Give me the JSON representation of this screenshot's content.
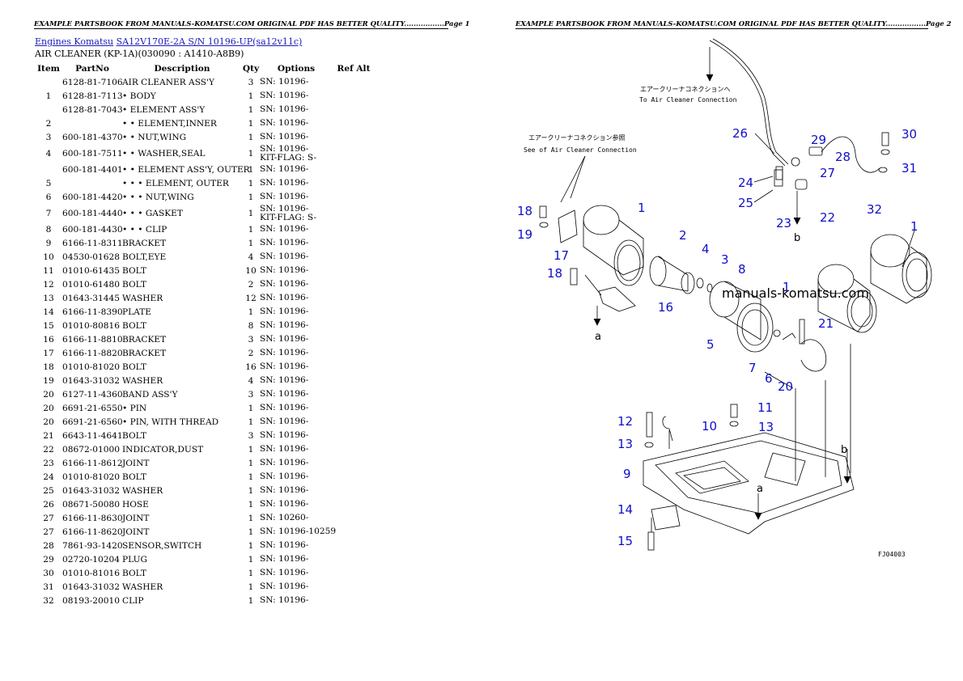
{
  "page1": {
    "header": "EXAMPLE PARTSBOOK FROM MANUALS-KOMATSU.COM ORIGINAL PDF HAS BETTER QUALITY.................Page 1",
    "breadcrumb": {
      "brand": "Engines Komatsu",
      "model": "SA12V170E-2A S/N 10196-UP(sa12v11c)"
    },
    "subtitle": "AIR CLEANER (KP-1A)(030090 : A1410-A8B9)",
    "columns": [
      "Item",
      "PartNo",
      "Description",
      "Qty",
      "Options",
      "Ref Alt"
    ],
    "rows": [
      {
        "item": "",
        "partno": "6128-81-7106",
        "desc": "AIR CLEANER ASS'Y",
        "qty": "3",
        "opt": "SN: 10196-",
        "opt2": ""
      },
      {
        "item": "1",
        "partno": "6128-81-7113",
        "desc": "• BODY",
        "qty": "1",
        "opt": "SN: 10196-",
        "opt2": ""
      },
      {
        "item": "",
        "partno": "6128-81-7043",
        "desc": "• ELEMENT ASS'Y",
        "qty": "1",
        "opt": "SN: 10196-",
        "opt2": ""
      },
      {
        "item": "2",
        "partno": "",
        "desc": "• • ELEMENT,INNER",
        "qty": "1",
        "opt": "SN: 10196-",
        "opt2": ""
      },
      {
        "item": "3",
        "partno": "600-181-4370",
        "desc": "• • NUT,WING",
        "qty": "1",
        "opt": "SN: 10196-",
        "opt2": ""
      },
      {
        "item": "4",
        "partno": "600-181-7511",
        "desc": "• • WASHER,SEAL",
        "qty": "1",
        "opt": "SN: 10196-",
        "opt2": "KIT-FLAG: S-"
      },
      {
        "item": "",
        "partno": "600-181-4401",
        "desc": "• • ELEMENT ASS'Y, OUTER",
        "qty": "1",
        "opt": "SN: 10196-",
        "opt2": ""
      },
      {
        "item": "5",
        "partno": "",
        "desc": "• • • ELEMENT, OUTER",
        "qty": "1",
        "opt": "SN: 10196-",
        "opt2": ""
      },
      {
        "item": "6",
        "partno": "600-181-4420",
        "desc": "• • • NUT,WING",
        "qty": "1",
        "opt": "SN: 10196-",
        "opt2": ""
      },
      {
        "item": "7",
        "partno": "600-181-4440",
        "desc": "• • • GASKET",
        "qty": "1",
        "opt": "SN: 10196-",
        "opt2": "KIT-FLAG: S-"
      },
      {
        "item": "8",
        "partno": "600-181-4430",
        "desc": "• • • CLIP",
        "qty": "1",
        "opt": "SN: 10196-",
        "opt2": ""
      },
      {
        "item": "9",
        "partno": "6166-11-8311",
        "desc": "BRACKET",
        "qty": "1",
        "opt": "SN: 10196-",
        "opt2": ""
      },
      {
        "item": "10",
        "partno": "04530-01628",
        "desc": "BOLT,EYE",
        "qty": "4",
        "opt": "SN: 10196-",
        "opt2": ""
      },
      {
        "item": "11",
        "partno": "01010-61435",
        "desc": "BOLT",
        "qty": "10",
        "opt": "SN: 10196-",
        "opt2": ""
      },
      {
        "item": "12",
        "partno": "01010-61480",
        "desc": "BOLT",
        "qty": "2",
        "opt": "SN: 10196-",
        "opt2": ""
      },
      {
        "item": "13",
        "partno": "01643-31445",
        "desc": "WASHER",
        "qty": "12",
        "opt": "SN: 10196-",
        "opt2": ""
      },
      {
        "item": "14",
        "partno": "6166-11-8390",
        "desc": "PLATE",
        "qty": "1",
        "opt": "SN: 10196-",
        "opt2": ""
      },
      {
        "item": "15",
        "partno": "01010-80816",
        "desc": "BOLT",
        "qty": "8",
        "opt": "SN: 10196-",
        "opt2": ""
      },
      {
        "item": "16",
        "partno": "6166-11-8810",
        "desc": "BRACKET",
        "qty": "3",
        "opt": "SN: 10196-",
        "opt2": ""
      },
      {
        "item": "17",
        "partno": "6166-11-8820",
        "desc": "BRACKET",
        "qty": "2",
        "opt": "SN: 10196-",
        "opt2": ""
      },
      {
        "item": "18",
        "partno": "01010-81020",
        "desc": "BOLT",
        "qty": "16",
        "opt": "SN: 10196-",
        "opt2": ""
      },
      {
        "item": "19",
        "partno": "01643-31032",
        "desc": "WASHER",
        "qty": "4",
        "opt": "SN: 10196-",
        "opt2": ""
      },
      {
        "item": "20",
        "partno": "6127-11-4360",
        "desc": "BAND ASS'Y",
        "qty": "3",
        "opt": "SN: 10196-",
        "opt2": ""
      },
      {
        "item": "20",
        "partno": "6691-21-6550",
        "desc": "• PIN",
        "qty": "1",
        "opt": "SN: 10196-",
        "opt2": ""
      },
      {
        "item": "20",
        "partno": "6691-21-6560",
        "desc": "• PIN, WITH THREAD",
        "qty": "1",
        "opt": "SN: 10196-",
        "opt2": ""
      },
      {
        "item": "21",
        "partno": "6643-11-4641",
        "desc": "BOLT",
        "qty": "3",
        "opt": "SN: 10196-",
        "opt2": ""
      },
      {
        "item": "22",
        "partno": "08672-01000",
        "desc": "INDICATOR,DUST",
        "qty": "1",
        "opt": "SN: 10196-",
        "opt2": ""
      },
      {
        "item": "23",
        "partno": "6166-11-8612",
        "desc": "JOINT",
        "qty": "1",
        "opt": "SN: 10196-",
        "opt2": ""
      },
      {
        "item": "24",
        "partno": "01010-81020",
        "desc": "BOLT",
        "qty": "1",
        "opt": "SN: 10196-",
        "opt2": ""
      },
      {
        "item": "25",
        "partno": "01643-31032",
        "desc": "WASHER",
        "qty": "1",
        "opt": "SN: 10196-",
        "opt2": ""
      },
      {
        "item": "26",
        "partno": "08671-50080",
        "desc": "HOSE",
        "qty": "1",
        "opt": "SN: 10196-",
        "opt2": ""
      },
      {
        "item": "27",
        "partno": "6166-11-8630",
        "desc": "JOINT",
        "qty": "1",
        "opt": "SN: 10260-",
        "opt2": ""
      },
      {
        "item": "27",
        "partno": "6166-11-8620",
        "desc": "JOINT",
        "qty": "1",
        "opt": "SN: 10196-10259",
        "opt2": ""
      },
      {
        "item": "28",
        "partno": "7861-93-1420",
        "desc": "SENSOR,SWITCH",
        "qty": "1",
        "opt": "SN: 10196-",
        "opt2": ""
      },
      {
        "item": "29",
        "partno": "02720-10204",
        "desc": "PLUG",
        "qty": "1",
        "opt": "SN: 10196-",
        "opt2": ""
      },
      {
        "item": "30",
        "partno": "01010-81016",
        "desc": "BOLT",
        "qty": "1",
        "opt": "SN: 10196-",
        "opt2": ""
      },
      {
        "item": "31",
        "partno": "01643-31032",
        "desc": "WASHER",
        "qty": "1",
        "opt": "SN: 10196-",
        "opt2": ""
      },
      {
        "item": "32",
        "partno": "08193-20010",
        "desc": "CLIP",
        "qty": "1",
        "opt": "SN: 10196-",
        "opt2": ""
      }
    ]
  },
  "page2": {
    "header": "EXAMPLE PARTSBOOK FROM MANUALS-KOMATSU.COM ORIGINAL PDF HAS BETTER QUALITY.................Page 2",
    "watermark": "manuals-komatsu.com",
    "jp_note_top": "エアークリーナコネクションへ",
    "en_note_top": "To Air Cleaner Connection",
    "jp_note_left": "エアークリーナコネクション参照",
    "en_note_left": "See of Air Cleaner Connection",
    "figure_code": "FJ04003",
    "marker_a": "a",
    "marker_b": "b",
    "callouts": [
      "1",
      "2",
      "3",
      "4",
      "5",
      "6",
      "7",
      "8",
      "9",
      "10",
      "11",
      "12",
      "13",
      "14",
      "15",
      "16",
      "17",
      "18",
      "19",
      "20",
      "21",
      "22",
      "23",
      "24",
      "25",
      "26",
      "27",
      "28",
      "29",
      "30",
      "31",
      "32"
    ]
  },
  "colors": {
    "link": "#1a1ab8",
    "callout": "#1010c8"
  }
}
